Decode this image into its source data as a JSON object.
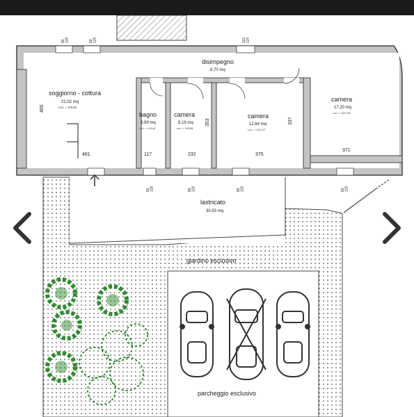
{
  "rooms": {
    "soggiorno": {
      "name": "soggiorno - cottura",
      "area": "22,02 mq",
      "sub": "r.a.i. = 1/9,02"
    },
    "disimpegno": {
      "name": "disimpegno",
      "area": "8,70 mq"
    },
    "bagno": {
      "name": "bagno",
      "area": "3,99 mq",
      "sub": "r.a.i. = 1/4,42"
    },
    "camera1": {
      "name": "camera",
      "area": "8,19 mq",
      "sub": "r.a.i. = 1/9,83"
    },
    "camera2": {
      "name": "camera",
      "area": "12,64 mq",
      "sub": "r.a.i. = 1/12,17"
    },
    "camera3": {
      "name": "camera",
      "area": "17,20 mq",
      "sub": "r.a.i. = 1/17,93"
    }
  },
  "dims": {
    "d465": "465",
    "d481": "481",
    "d117": "117",
    "d353": "353",
    "d232": "232",
    "d375": "375",
    "d337": "337",
    "d371": "371"
  },
  "openings": {
    "w_top1": "80\n120",
    "w_top2": "80\n120",
    "w_top3": "115\n120",
    "w_bot1": "60\n120",
    "w_bot2": "80\n120",
    "w_bot3": "80\n120",
    "w_bot4": "80\n120"
  },
  "outdoor": {
    "lastricato": "lastricato",
    "lastricato_area": "30,53 mq",
    "giardino": "giardino esclusivo",
    "parcheggio": "parcheggio esclusivo"
  },
  "icons": {
    "prev": "chevron-left-icon",
    "next": "chevron-right-icon"
  },
  "colors": {
    "wall": "#c4c4c4",
    "wall_stroke": "#444444",
    "plant": "#2f8c2f",
    "background": "#111111",
    "paper": "#ffffff"
  }
}
